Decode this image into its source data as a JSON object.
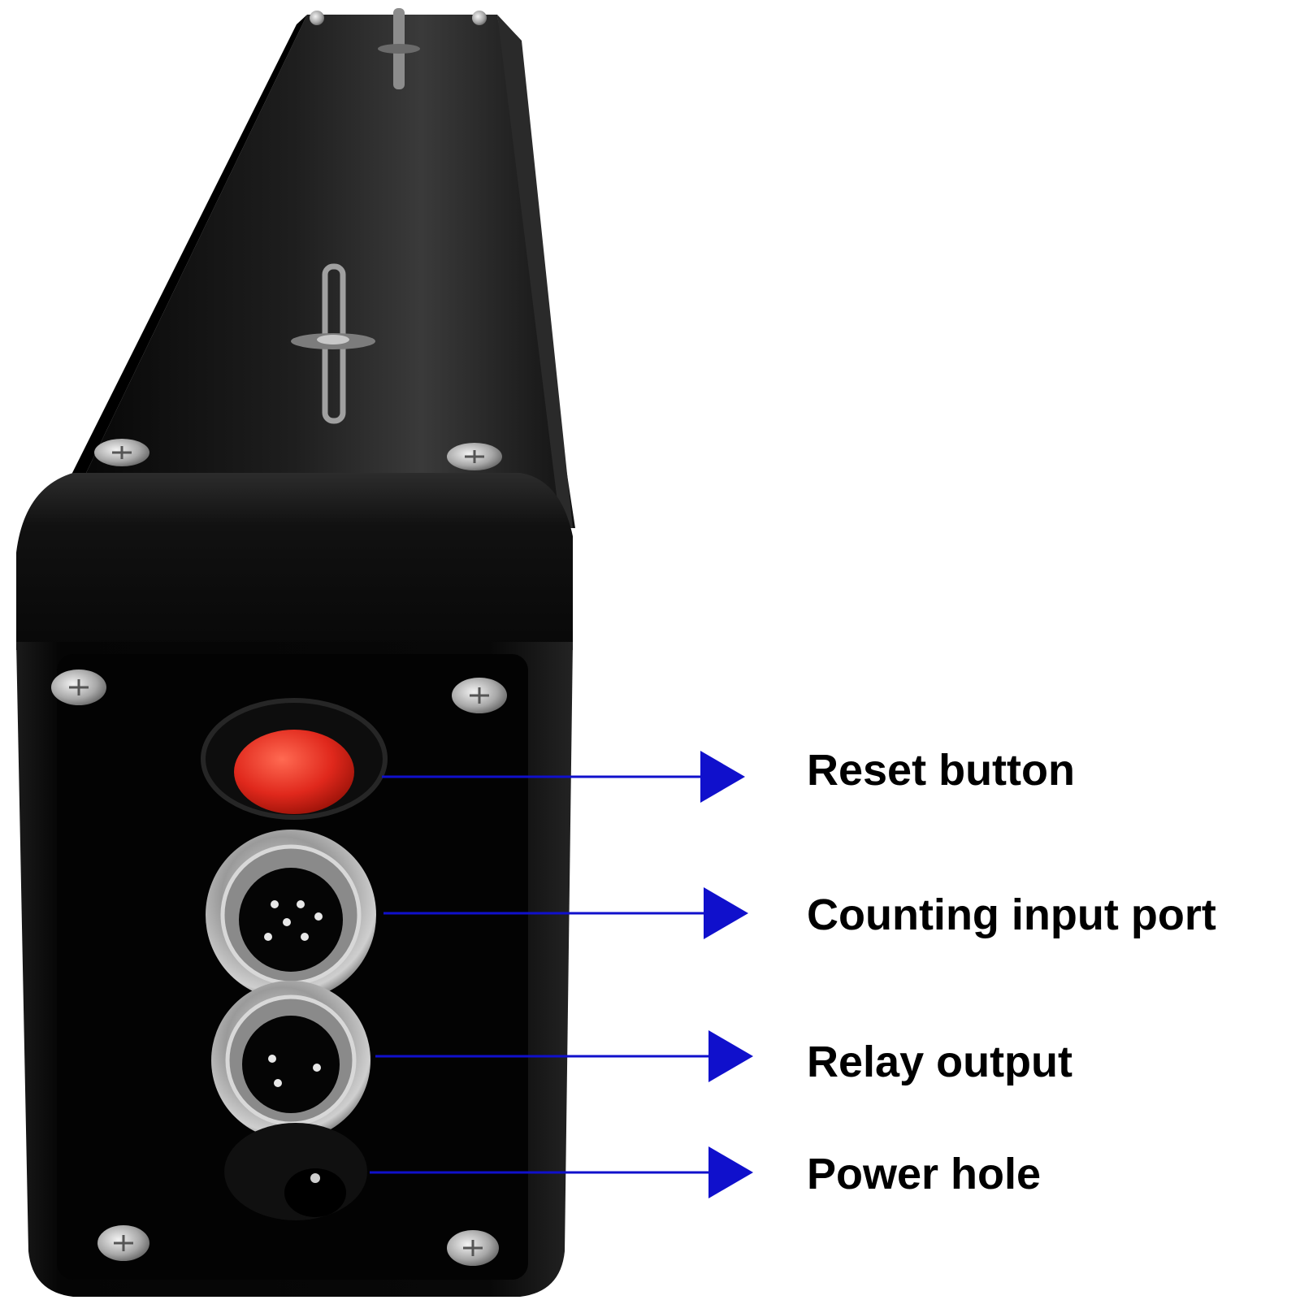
{
  "colors": {
    "background": "#ffffff",
    "device_body": "#0a0a0a",
    "reset_button": "#e0281c",
    "callout_line": "#1010cc",
    "label_text": "#000000"
  },
  "callouts": [
    {
      "label": "Reset button",
      "target_icon": "reset-button-icon"
    },
    {
      "label": "Counting input port",
      "target_icon": "counting-input-port-icon"
    },
    {
      "label": "Relay output",
      "target_icon": "relay-output-connector-icon"
    },
    {
      "label": "Power hole",
      "target_icon": "power-hole-icon"
    }
  ]
}
